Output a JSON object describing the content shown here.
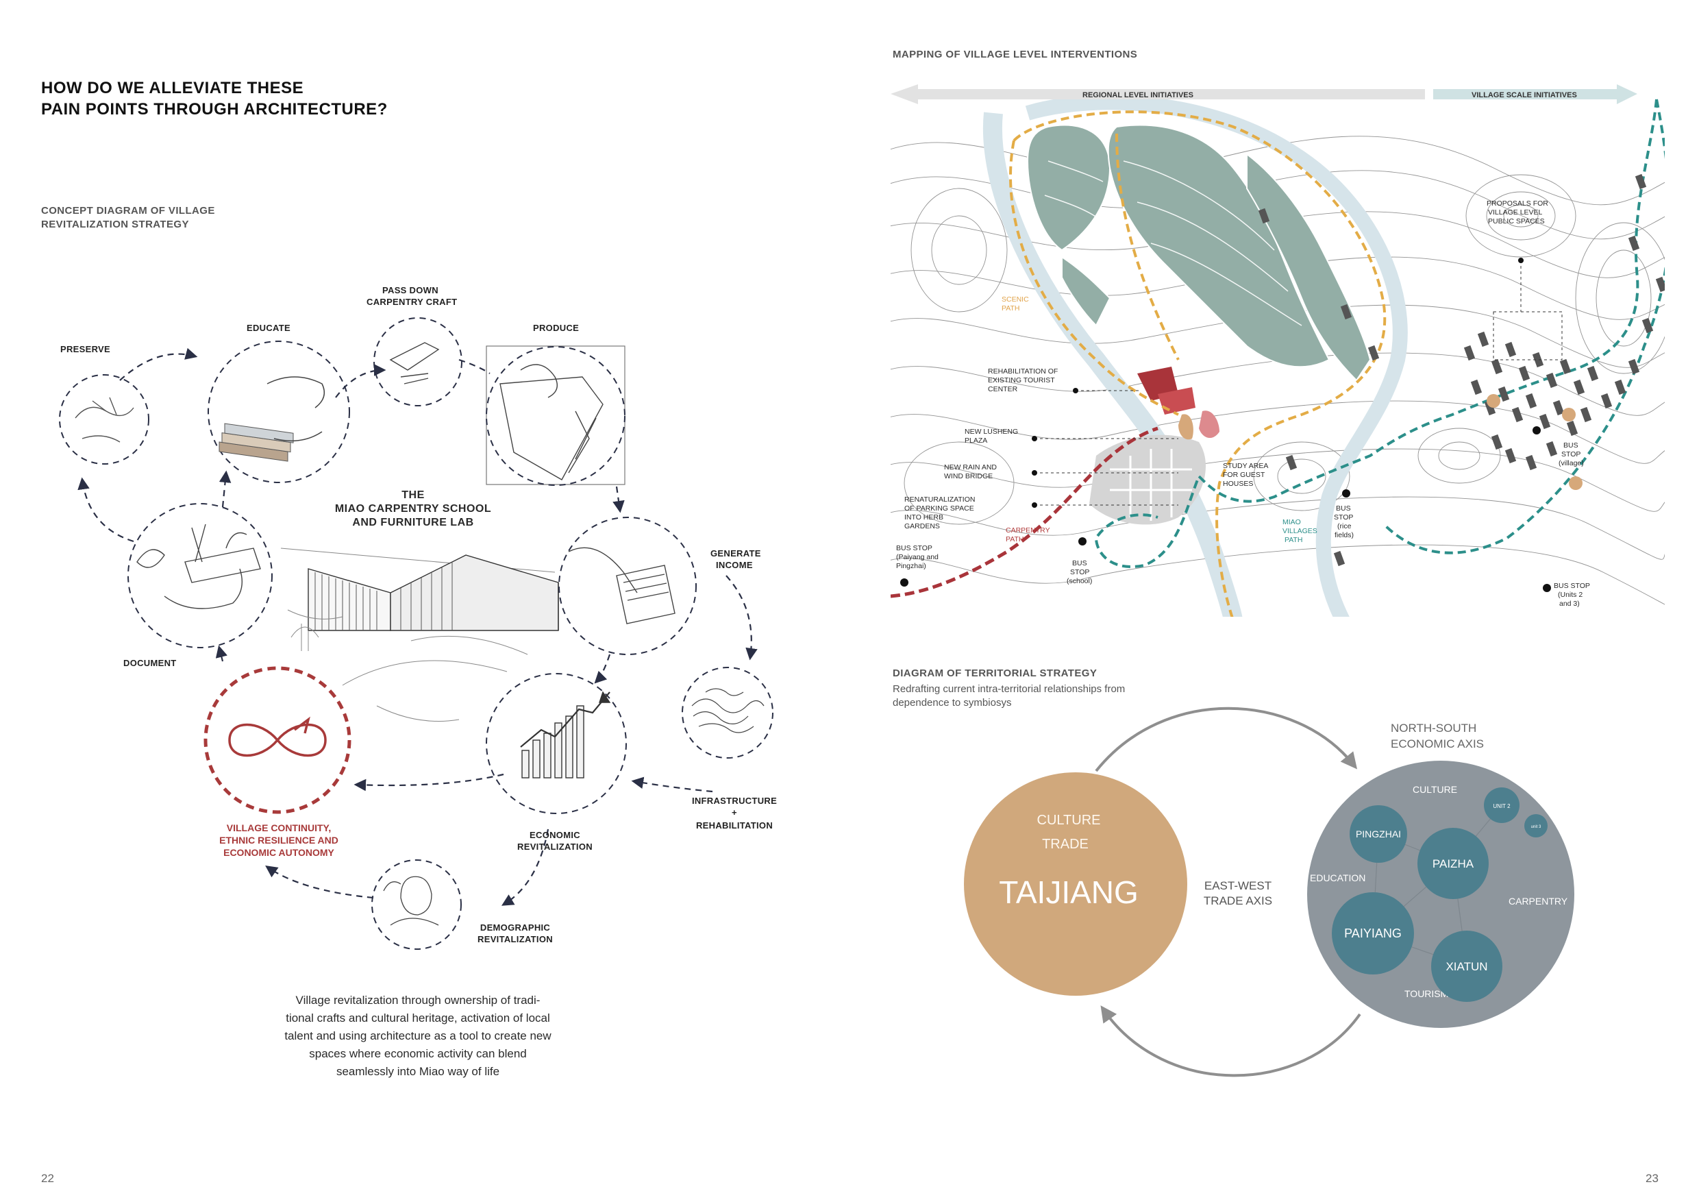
{
  "left": {
    "title_line1": "HOW DO WE ALLEVIATE THESE",
    "title_line2": "PAIN POINTS THROUGH ARCHITECTURE?",
    "concept_title_line1": "CONCEPT DIAGRAM OF VILLAGE",
    "concept_title_line2": "REVITALIZATION STRATEGY",
    "school_line1": "THE",
    "school_line2": "MIAO CARPENTRY SCHOOL",
    "school_line3": "AND FURNITURE LAB",
    "labels": {
      "preserve": "PRESERVE",
      "educate": "EDUCATE",
      "pass_down_1": "PASS DOWN",
      "pass_down_2": "CARPENTRY CRAFT",
      "produce": "PRODUCE",
      "generate_1": "GENERATE",
      "generate_2": "INCOME",
      "document": "DOCUMENT",
      "infra_1": "INFRASTRUCTURE",
      "infra_2": "+",
      "infra_3": "REHABILITATION",
      "econ_1": "ECONOMIC",
      "econ_2": "REVITALIZATION",
      "demo_1": "DEMOGRAPHIC",
      "demo_2": "REVITALIZATION",
      "vc_1": "VILLAGE CONTINUITY,",
      "vc_2": "ETHNIC RESILIENCE AND",
      "vc_3": "ECONOMIC AUTONOMY"
    },
    "caption": "Village revitalization through ownership of tradi- tional crafts and cultural heritage, activation of local talent and using architecture as a tool to create new spaces where economic activity can blend seamlessly into Miao way of life",
    "page_number": "22"
  },
  "right": {
    "map_title": "MAPPING OF VILLAGE LEVEL INTERVENTIONS",
    "map": {
      "regional_banner": "REGIONAL LEVEL INITIATIVES",
      "village_banner": "VILLAGE SCALE INITIATIVES",
      "scenic_1": "SCENIC",
      "scenic_2": "PATH",
      "rehab_1": "REHABILITATION OF",
      "rehab_2": "EXISTING TOURIST",
      "rehab_3": "CENTER",
      "lusheng_1": "NEW LUSHENG",
      "lusheng_2": "PLAZA",
      "bridge_1": "NEW RAIN AND",
      "bridge_2": "WIND BRIDGE",
      "renat_1": "RENATURALIZATION",
      "renat_2": "OF PARKING SPACE",
      "renat_3": "INTO HERB",
      "renat_4": "GARDENS",
      "bus1_1": "BUS STOP",
      "bus1_2": "(Paiyang and",
      "bus1_3": "Pingzhai)",
      "carp_1": "CARPENTRY",
      "carp_2": "PATH",
      "bus2_1": "BUS",
      "bus2_2": "STOP",
      "bus2_3": "(school)",
      "study_1": "STUDY AREA",
      "study_2": "FOR GUEST",
      "study_3": "HOUSES",
      "miao_1": "MIAO",
      "miao_2": "VILLAGES",
      "miao_3": "PATH",
      "bus3_1": "BUS",
      "bus3_2": "STOP",
      "bus3_3": "(rice",
      "bus3_4": "fields)",
      "proposals_1": "PROPOSALS FOR",
      "proposals_2": "VILLAGE LEVEL",
      "proposals_3": "PUBLIC SPACES",
      "bus4_1": "BUS",
      "bus4_2": "STOP",
      "bus4_3": "(village)",
      "bus5_1": "BUS STOP",
      "bus5_2": "(Units 2",
      "bus5_3": "and 3)"
    },
    "territorial_title": "DIAGRAM OF TERRITORIAL STRATEGY",
    "territorial_sub_1": "Redrafting current intra-territorial relationships from",
    "territorial_sub_2": "dependence to symbiosys",
    "ns_axis_1": "NORTH-SOUTH",
    "ns_axis_2": "ECONOMIC AXIS",
    "ew_axis_1": "EAST-WEST",
    "ew_axis_2": "TRADE AXIS",
    "taijiang": {
      "name": "TAIJIANG",
      "line1": "CULTURE",
      "line2": "TRADE"
    },
    "cluster": {
      "culture": "CULTURE",
      "education": "EDUCATION",
      "carpentry": "CARPENTRY",
      "tourism": "TOURISM",
      "pingzhai": "PINGZHAI",
      "paizha": "PAIZHA",
      "paiyiang": "PAIYIANG",
      "xiatun": "XIATUN",
      "unit2": "UNIT 2",
      "unit3": "unit 3"
    },
    "page_number": "23"
  },
  "colors": {
    "taijiang": "#d0a87c",
    "cluster_bg": "#8e969d",
    "node": "#4d7f8e",
    "accent_red": "#a83a3a",
    "scenic": "#e3ac46",
    "miao_path": "#2c8f8a",
    "carpentry_path": "#b13c3c"
  }
}
